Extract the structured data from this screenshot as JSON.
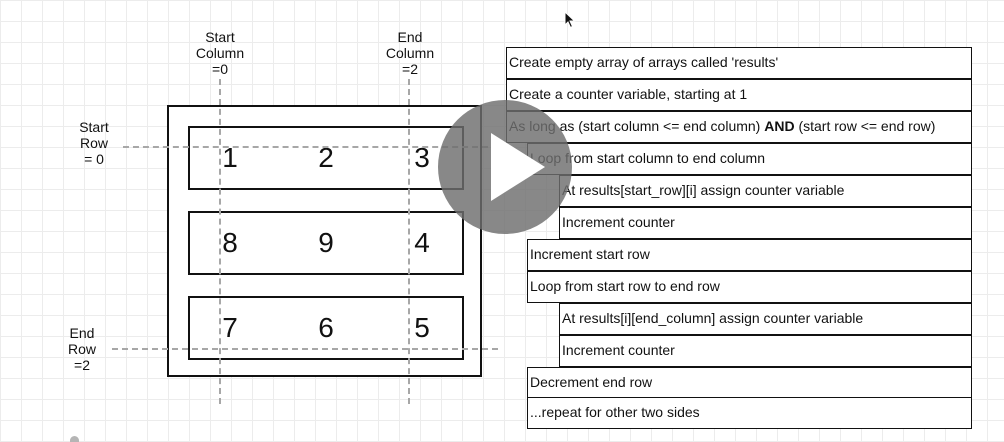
{
  "diagram": {
    "labels": {
      "start_column": "Start\nColumn\n=0",
      "end_column": "End\nColumn\n=2",
      "start_row": "Start\nRow\n= 0",
      "end_row": "End\nRow\n=2"
    },
    "matrix": [
      [
        "1",
        "2",
        "3"
      ],
      [
        "8",
        "9",
        "4"
      ],
      [
        "7",
        "6",
        "5"
      ]
    ]
  },
  "algorithm": {
    "steps": [
      {
        "text": "Create empty array of arrays called 'results'",
        "indent": 0
      },
      {
        "text": "Create a counter variable, starting at 1",
        "indent": 0
      },
      {
        "text_before": "As long as (start column <= end column) ",
        "keyword": "AND",
        "text_after": " (start row <= end row)",
        "indent": 0
      },
      {
        "text": "Loop from start column to end column",
        "indent": 1
      },
      {
        "text": "At results[start_row][i] assign counter variable",
        "indent": 2
      },
      {
        "text": "Increment counter",
        "indent": 2
      },
      {
        "text": "Increment start row",
        "indent": 1
      },
      {
        "text": "Loop from start row to end row",
        "indent": 1
      },
      {
        "text": "At results[i][end_column] assign counter variable",
        "indent": 2
      },
      {
        "text": "Increment counter",
        "indent": 2
      },
      {
        "text": "Decrement end row",
        "indent": 1
      },
      {
        "text": "...repeat for other two sides",
        "indent": 1
      }
    ]
  },
  "player": {
    "icon": "play-icon"
  }
}
